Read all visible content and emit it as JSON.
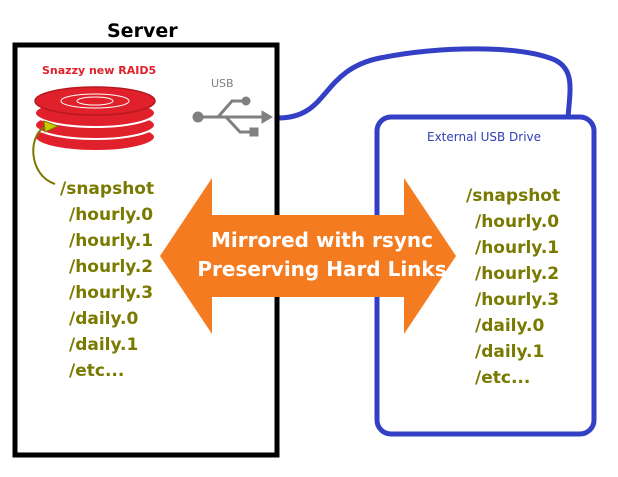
{
  "server": {
    "title": "Server",
    "raid_label": "Snazzy new RAID5",
    "usb_label": "USB",
    "tree": {
      "root": "/snapshot",
      "children": [
        "/hourly.0",
        "/hourly.1",
        "/hourly.2",
        "/hourly.3",
        "/daily.0",
        "/daily.1",
        "/etc..."
      ]
    }
  },
  "external": {
    "title": "External USB Drive",
    "tree": {
      "root": "/snapshot",
      "children": [
        "/hourly.0",
        "/hourly.1",
        "/hourly.2",
        "/hourly.3",
        "/daily.0",
        "/daily.1",
        "/etc..."
      ]
    }
  },
  "arrow": {
    "line1": "Mirrored with rsync",
    "line2": "Preserving Hard Links"
  },
  "colors": {
    "server_border": "#000000",
    "external_border": "#3340c6",
    "raid_red": "#e0202a",
    "arrow_orange": "#f47b20",
    "tree_text": "#7a7a00",
    "usb_gray": "#808080"
  }
}
